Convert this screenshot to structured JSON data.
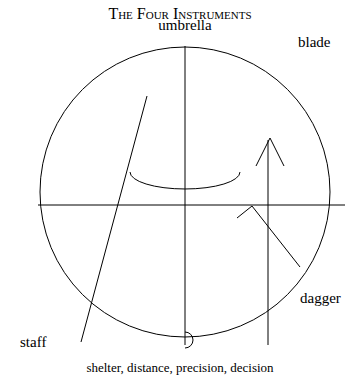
{
  "diagram": {
    "title": "The Four Instruments",
    "caption": "shelter, distance, precision, decision",
    "labels": [
      "umbrella",
      "blade",
      "staff",
      "dagger"
    ]
  }
}
